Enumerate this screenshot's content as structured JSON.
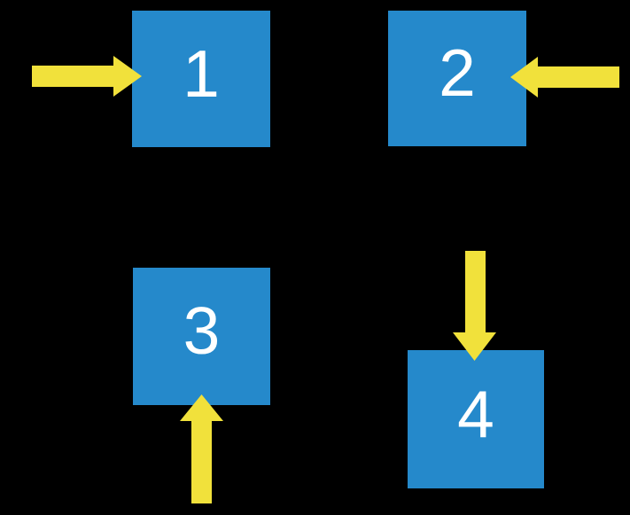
{
  "colors": {
    "background": "#000000",
    "square_blue": "#2589CB",
    "arrow_yellow": "#F1E13B",
    "number_white": "#FFFFFF"
  },
  "squares": [
    {
      "label": "1",
      "arrow_icon": "right-arrow-icon",
      "arrow_direction": "points-right-into-left-side"
    },
    {
      "label": "2",
      "arrow_icon": "left-arrow-icon",
      "arrow_direction": "points-left-into-right-side"
    },
    {
      "label": "3",
      "arrow_icon": "up-arrow-icon",
      "arrow_direction": "points-up-into-bottom-side"
    },
    {
      "label": "4",
      "arrow_icon": "down-arrow-icon",
      "arrow_direction": "points-down-into-top-side"
    }
  ]
}
